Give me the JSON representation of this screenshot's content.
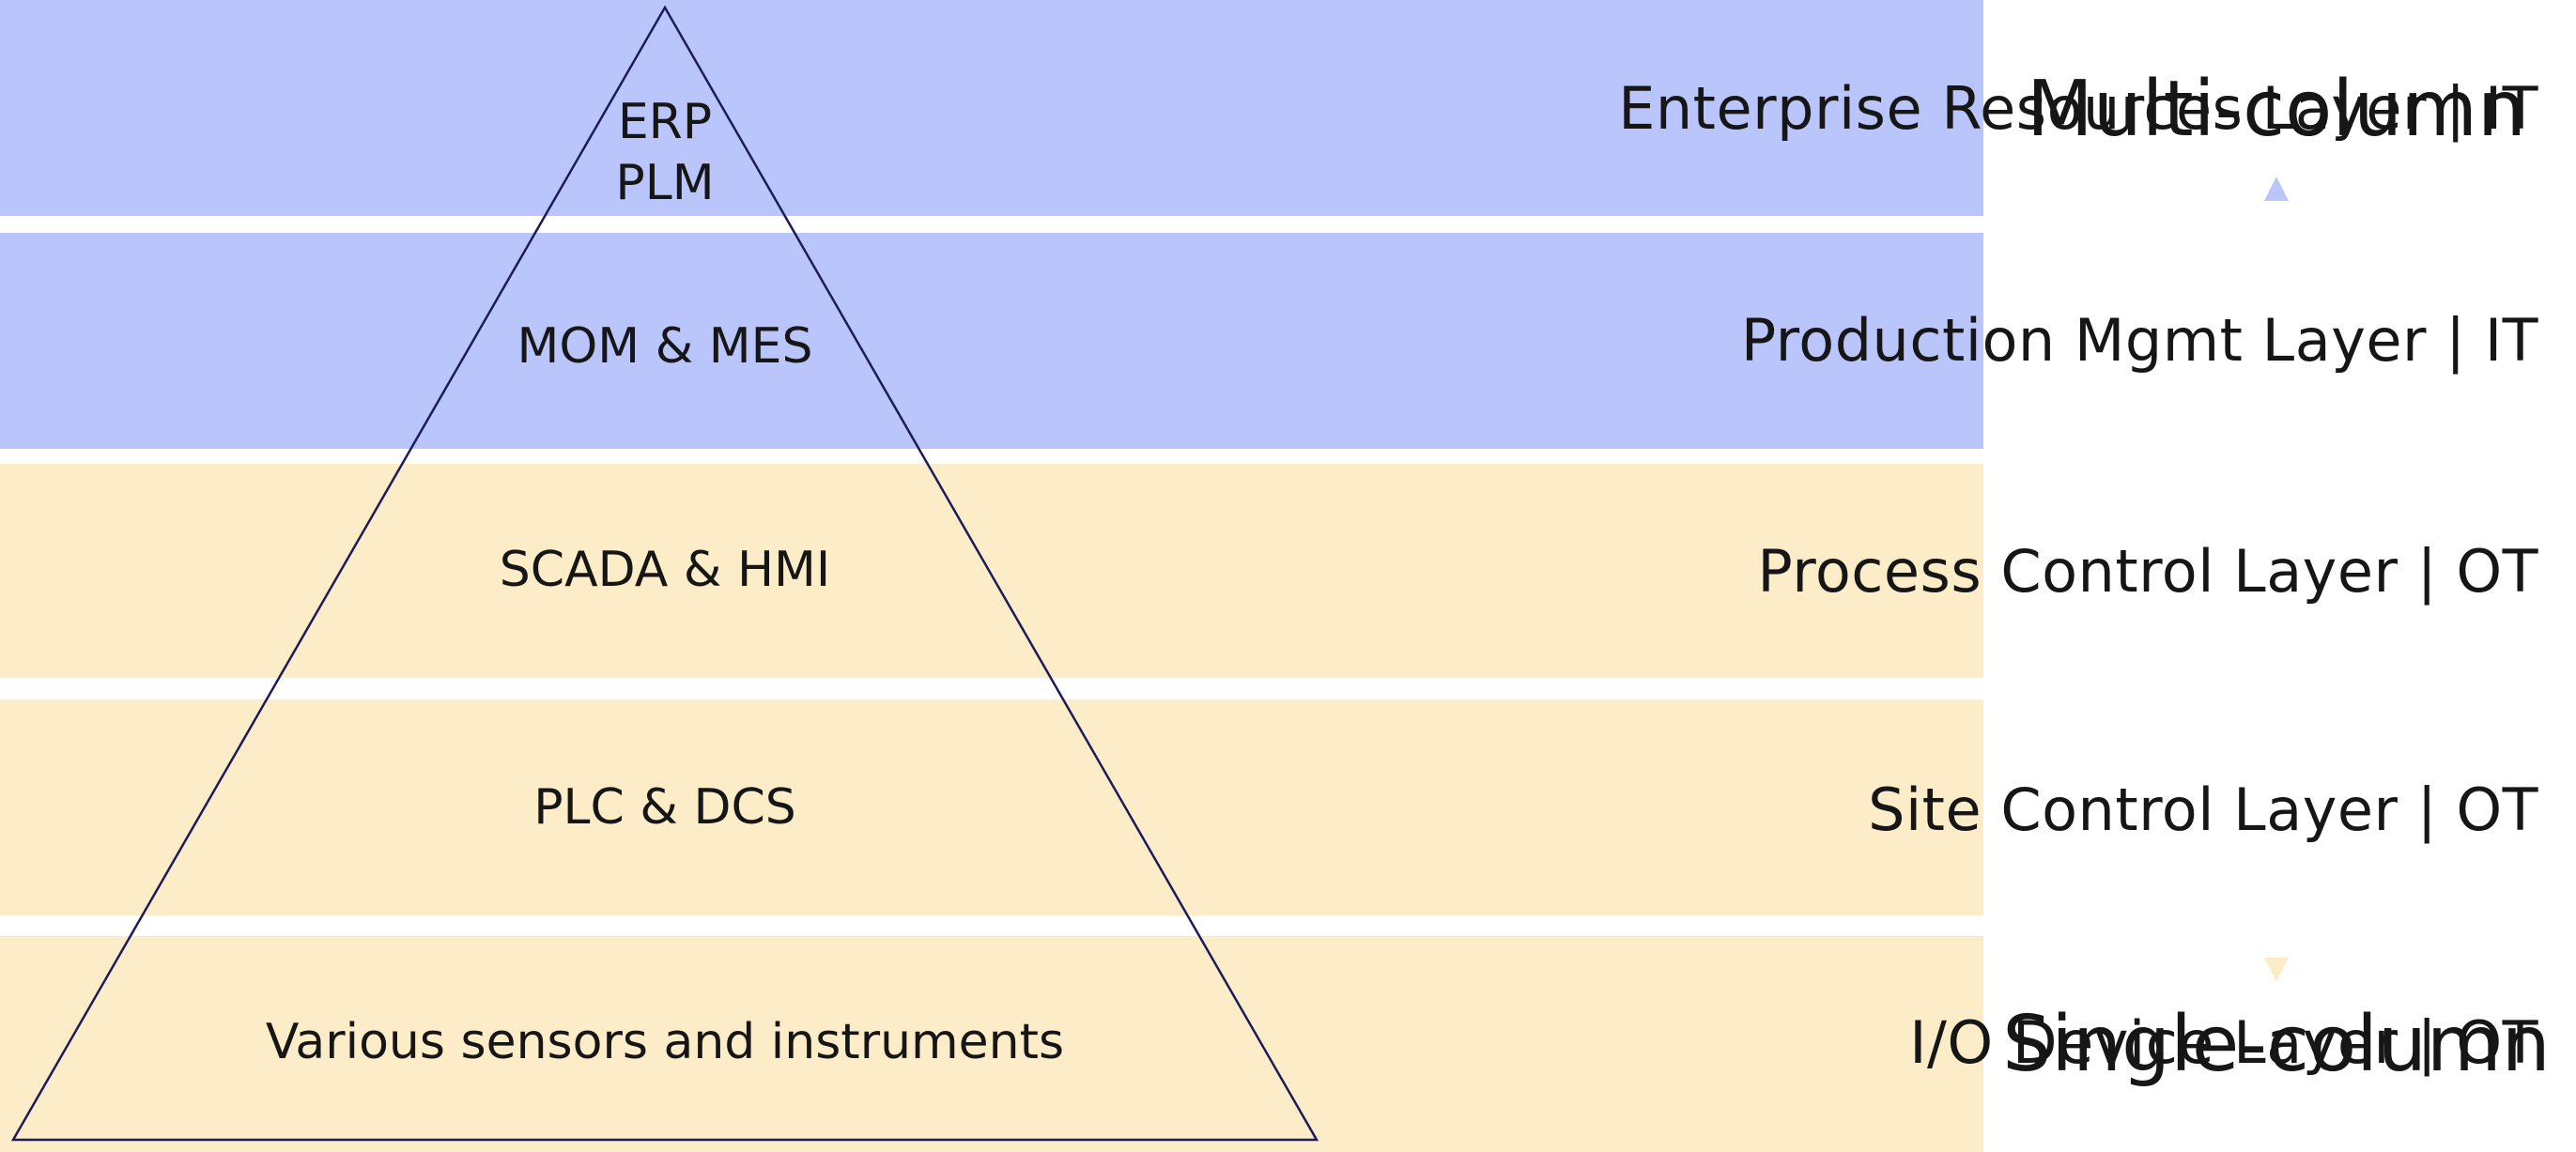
{
  "colors": {
    "it_band": "#bac5fb",
    "ot_band": "#fcecc8",
    "pyramid_stroke": "#1c1c5c",
    "arrow_top": "#bac5fb",
    "arrow_bottom": "#fcecc8"
  },
  "layers": [
    {
      "pyramid_text": "ERP\nPLM",
      "label": "Enterprise Resources Layer | IT",
      "domain": "IT"
    },
    {
      "pyramid_text": "MOM & MES",
      "label": "Production Mgmt Layer | IT",
      "domain": "IT"
    },
    {
      "pyramid_text": "SCADA & HMI",
      "label": "Process Control Layer | OT",
      "domain": "OT"
    },
    {
      "pyramid_text": "PLC & DCS",
      "label": "Site Control Layer | OT",
      "domain": "OT"
    },
    {
      "pyramid_text": "Various sensors and instruments",
      "label": "I/O Device Layer | OT",
      "domain": "OT"
    }
  ],
  "scale": {
    "top_label": "Multi-column",
    "bottom_label": "Single-column"
  }
}
